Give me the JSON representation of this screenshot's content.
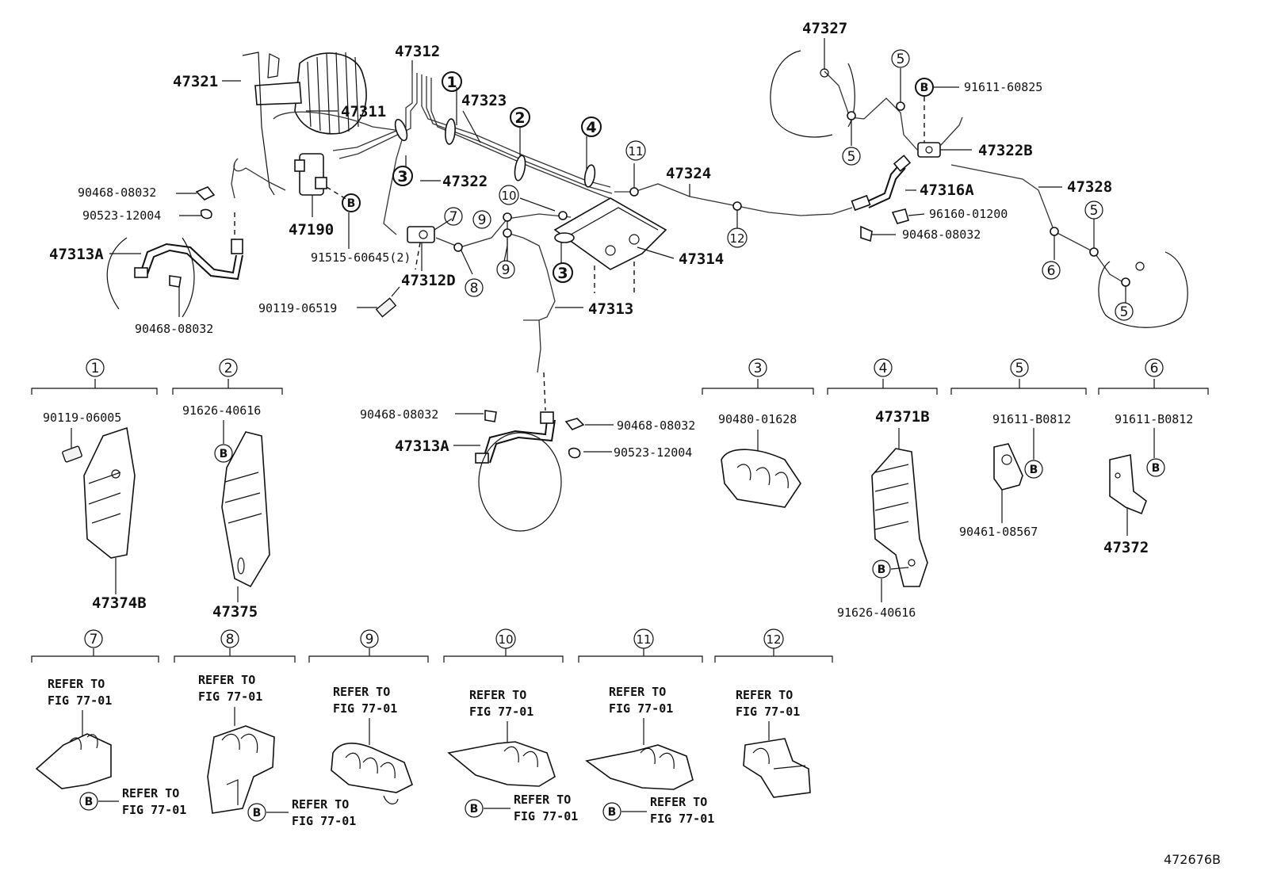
{
  "upper": {
    "labels": {
      "p47321": "47321",
      "p47311": "47311",
      "p47312": "47312",
      "p47323": "47323",
      "p47322": "47322",
      "p47190": "47190",
      "p91515": "91515-60645(2)",
      "p47312d": "47312D",
      "p90119a": "90119-06519",
      "p47313": "47313",
      "p47324": "47324",
      "p47314": "47314",
      "p47327": "47327",
      "p91611a": "91611-60825",
      "p47322b": "47322B",
      "p47316a": "47316A",
      "p47328": "47328",
      "p96160": "96160-01200",
      "p90468e": "90468-08032",
      "p90468a": "90468-08032",
      "p90523a": "90523-12004",
      "p47313a1": "47313A",
      "p90468b": "90468-08032",
      "p90468c": "90468-08032",
      "p47313a2": "47313A",
      "p90468d": "90468-08032",
      "p90523b": "90523-12004"
    },
    "callouts": {
      "c1": "1",
      "c2": "2",
      "c3a": "3",
      "c3b": "3",
      "c4": "4",
      "c5a": "5",
      "c5b": "5",
      "c5c": "5",
      "c5d": "5",
      "c6": "6",
      "c7": "7",
      "c8": "8",
      "c9a": "9",
      "c9b": "9",
      "c10": "10",
      "c11": "11",
      "c12": "12"
    },
    "b_mark": "B"
  },
  "details": [
    {
      "num": "1",
      "labels": [
        "90119-06005",
        "47374B"
      ]
    },
    {
      "num": "2",
      "labels": [
        "91626-40616",
        "47375"
      ]
    },
    {
      "num": "3",
      "labels": [
        "90480-01628"
      ]
    },
    {
      "num": "4",
      "labels": [
        "47371B",
        "91626-40616"
      ]
    },
    {
      "num": "5",
      "labels": [
        "91611-B0812",
        "90461-08567"
      ]
    },
    {
      "num": "6",
      "labels": [
        "91611-B0812",
        "47372"
      ]
    },
    {
      "num": "7",
      "refer": [
        "REFER TO",
        "FIG 77-01"
      ],
      "b_refer": [
        "REFER TO",
        "FIG 77-01"
      ]
    },
    {
      "num": "8",
      "refer": [
        "REFER TO",
        "FIG 77-01"
      ],
      "b_refer": [
        "REFER TO",
        "FIG 77-01"
      ]
    },
    {
      "num": "9",
      "refer": [
        "REFER TO",
        "FIG 77-01"
      ]
    },
    {
      "num": "10",
      "refer": [
        "REFER TO",
        "FIG 77-01"
      ],
      "b_refer": [
        "REFER TO",
        "FIG 77-01"
      ]
    },
    {
      "num": "11",
      "refer": [
        "REFER TO",
        "FIG 77-01"
      ],
      "b_refer": [
        "REFER TO",
        "FIG 77-01"
      ]
    },
    {
      "num": "12",
      "refer": [
        "REFER TO",
        "FIG 77-01"
      ]
    }
  ],
  "figure_id": "472676B"
}
